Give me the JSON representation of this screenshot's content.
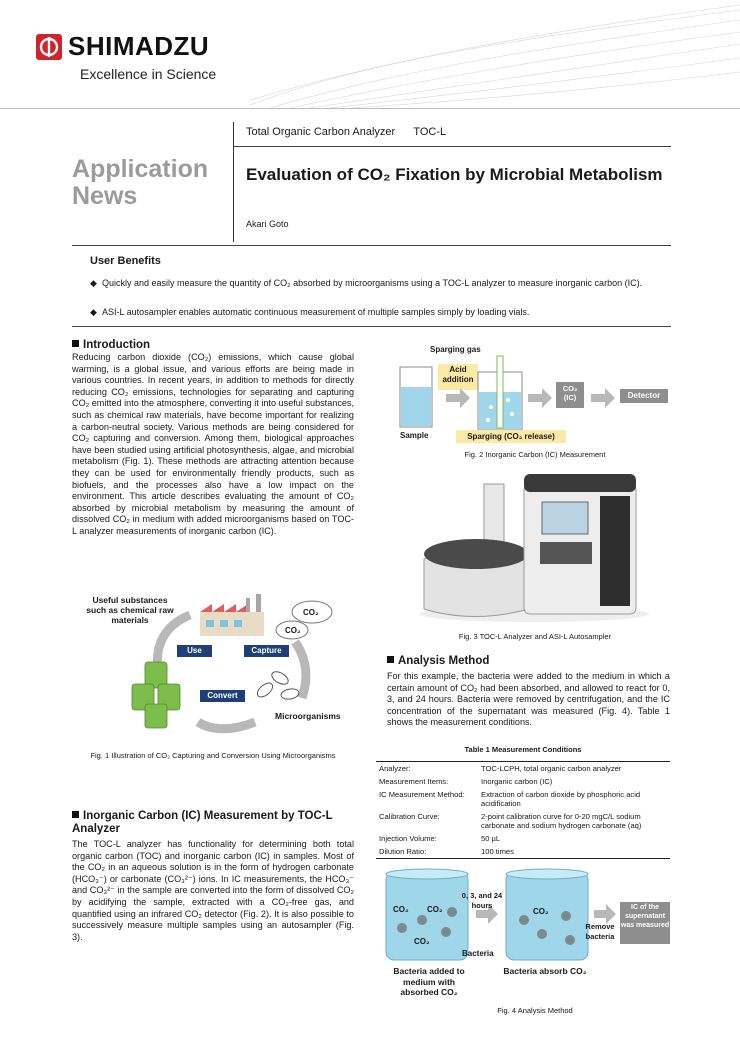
{
  "header": {
    "brand": "SHIMADZU",
    "tagline": "Excellence in Science",
    "series_line": "Total Organic Carbon Analyzer      TOC-L",
    "app_news_1": "Application",
    "app_news_2": "News",
    "title": "Evaluation of CO₂ Fixation by Microbial Metabolism",
    "author": "Akari Goto"
  },
  "benefits": {
    "heading": "User Benefits",
    "items": [
      "Quickly and easily measure the quantity of CO₂ absorbed by microorganisms using a TOC-L analyzer to measure inorganic carbon (IC).",
      "ASI-L autosampler enables automatic continuous measurement of multiple samples simply by loading vials."
    ]
  },
  "intro": {
    "heading": "Introduction",
    "text": "Reducing carbon dioxide (CO₂) emissions, which cause global warming, is a global issue, and various efforts are being made in various countries. In recent years, in addition to methods for directly reducing CO₂ emissions, technologies for separating and capturing CO₂ emitted into the atmosphere, converting it into useful substances, such as chemical raw materials, have become important for realizing a carbon-neutral society. Various methods are being considered for CO₂ capturing and conversion. Among them, biological approaches have been studied using artificial photosynthesis, algae, and microbial metabolism (Fig. 1). These methods are attracting attention because they can be used for environmentally friendly products, such as biofuels, and the processes also have a low impact on the environment. This article describes evaluating the amount of CO₂ absorbed by microbial metabolism by measuring the amount of dissolved CO₂ in medium with added microorganisms based on TOC-L analyzer measurements of inorganic carbon (IC)."
  },
  "fig1": {
    "useful": "Useful substances such as chemical raw materials",
    "co2a": "CO₂",
    "co2b": "CO₂",
    "use": "Use",
    "capture": "Capture",
    "convert": "Convert",
    "microorganisms": "Microorganisms",
    "caption": "Fig. 1 Illustration of CO₂ Capturing and Conversion Using Microorganisms"
  },
  "ic": {
    "heading": "Inorganic Carbon (IC) Measurement by TOC-L Analyzer",
    "text": "The TOC-L analyzer has functionality for determining both total organic carbon (TOC) and inorganic carbon (IC) in samples. Most of the CO₂ in an aqueous solution is in the form of hydrogen carbonate (HCO₃⁻) or carbonate (CO₃²⁻) ions. In IC measurements, the HCO₃⁻ and CO₃²⁻ in the sample are converted into the form of dissolved CO₂ by acidifying the sample, extracted with a CO₂-free gas, and quantified using an infrared CO₂ detector (Fig. 2). It is also possible to successively measure multiple samples using an autosampler (Fig. 3)."
  },
  "fig2": {
    "sparging_gas": "Sparging gas",
    "acid": "Acid addition",
    "sample": "Sample",
    "sparging_release": "Sparging (CO₂ release)",
    "co2ic": "CO₂ (IC)",
    "detector": "Detector",
    "caption": "Fig. 2 Inorganic Carbon (IC) Measurement"
  },
  "fig3": {
    "caption": "Fig. 3 TOC-L Analyzer and ASI-L Autosampler"
  },
  "analysis": {
    "heading": "Analysis Method",
    "text": "For this example, the bacteria were added to the medium in which a certain amount of CO₂ had been absorbed, and allowed to react for 0, 3, and 24 hours. Bacteria were removed by centrifugation, and the IC concentration of the supernatant was measured (Fig. 4). Table 1 shows the measurement conditions."
  },
  "table1": {
    "caption": "Table 1 Measurement Conditions",
    "rows": [
      {
        "k": "Analyzer:",
        "v": "TOC-LCPH, total organic carbon analyzer"
      },
      {
        "k": "Measurement Items:",
        "v": "Inorganic carbon (IC)"
      },
      {
        "k": "IC Measurement Method:",
        "v": "Extraction of carbon dioxide by phosphoric acid acidification"
      },
      {
        "k": "Calibration Curve:",
        "v": "2-point calibration curve for 0-20 mgC/L sodium carbonate and sodium hydrogen carbonate (aq)"
      },
      {
        "k": "Injection Volume:",
        "v": "50 µL"
      },
      {
        "k": "Dilution Ratio:",
        "v": "100 times"
      }
    ]
  },
  "fig4": {
    "co2": "CO₂",
    "hours": "0, 3, and 24 hours",
    "bacteria": "Bacteria",
    "remove": "Remove bacteria",
    "ic_box": "IC of the supernatant was measured",
    "label1": "Bacteria added to medium with absorbed CO₂",
    "label2": "Bacteria absorb CO₂",
    "caption": "Fig. 4 Analysis Method"
  },
  "colors": {
    "brand": "#d2232a",
    "water": "#9fd6ea",
    "arrow": "#b8b8b8",
    "badge": "#1f3f7a",
    "yellow": "#fbe9a6",
    "green": "#7cbd4c"
  }
}
